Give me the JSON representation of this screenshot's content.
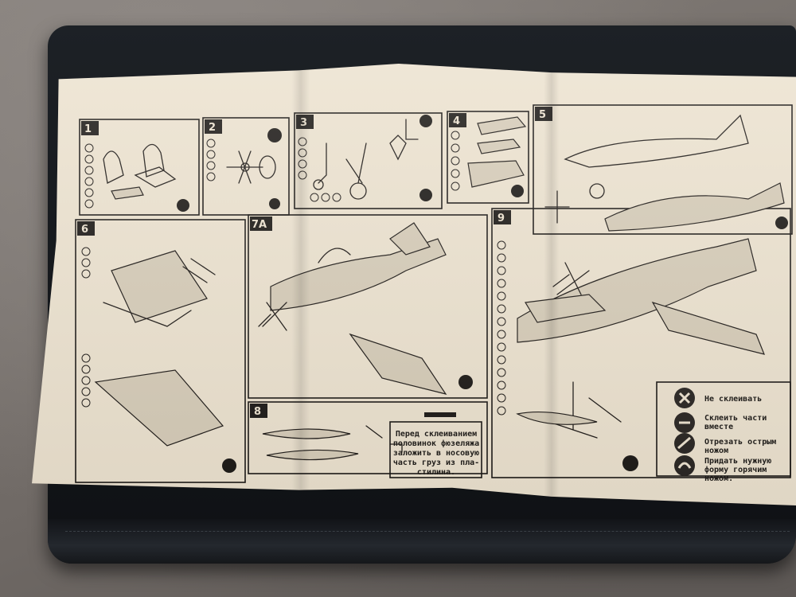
{
  "scene": {
    "description_objects": [
      "fabric-background",
      "leather-folder",
      "instruction-sheet"
    ]
  },
  "sheet": {
    "steps": [
      {
        "label": "1"
      },
      {
        "label": "2"
      },
      {
        "label": "3"
      },
      {
        "label": "4"
      },
      {
        "label": "5"
      },
      {
        "label": "6"
      },
      {
        "label": "7A"
      },
      {
        "label": "8"
      },
      {
        "label": "9"
      }
    ],
    "note": {
      "lines": [
        "Перед склеиванием",
        "половинок фюзеляжа",
        "заложить в носовую",
        "часть груз из пла-",
        "стилина."
      ]
    },
    "legend": [
      {
        "label_lines": [
          "Не склеивать"
        ]
      },
      {
        "label_lines": [
          "Склеить части",
          "вместе"
        ]
      },
      {
        "label_lines": [
          "Отрезать острым",
          "ножом"
        ]
      },
      {
        "label_lines": [
          "Придать нужную",
          "форму горячим",
          "ножом."
        ]
      }
    ]
  }
}
